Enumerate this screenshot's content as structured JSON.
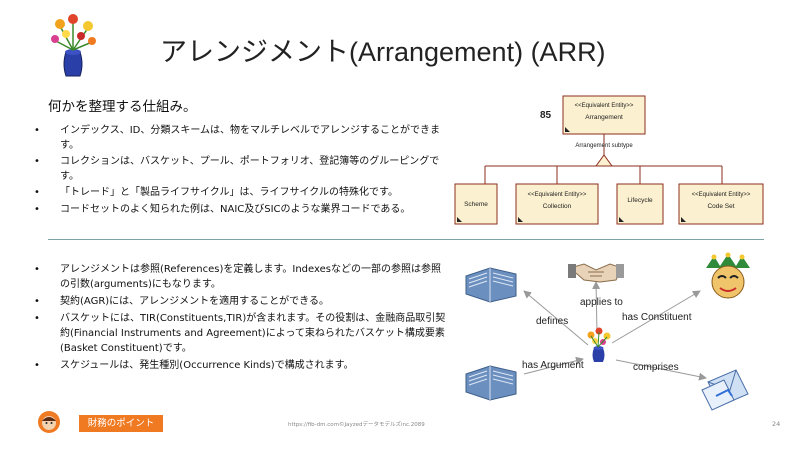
{
  "title": "アレンジメント(Arrangement) (ARR)",
  "subtitle": "何かを整理する仕組み。",
  "bullets_top": [
    "インデックス、ID、分類スキームは、物をマルチレベルでアレンジすることができます。",
    "コレクションは、バスケット、プール、ポートフォリオ、登記簿等のグルーピングです。",
    "「トレード」と「製品ライフサイクル」は、ライフサイクルの特殊化です。",
    "コードセットのよく知られた例は、NAIC及びSICのような業界コードである。"
  ],
  "bullets_bottom": [
    "アレンジメントは参照(References)を定義します。Indexesなどの一部の参照は参照の引数(arguments)にもなります。",
    "契約(AGR)には、アレンジメントを適用することができる。",
    "バスケットには、TIR(Constituents,TIR)が含まれます。その役割は、金融商品取引契約(Financial Instruments and Agreement)によって束ねられたバスケット構成要素(Basket Constituent)です。",
    "スケジュールは、発生種別(Occurrence Kinds)で構成されます。"
  ],
  "uml": {
    "number": "85",
    "parent": {
      "stereotype": "<<Equivalent Entity>>",
      "name": "Arrangement"
    },
    "subtype_label": "Arrangement subtype",
    "children": [
      {
        "stereotype": "",
        "name": "Scheme"
      },
      {
        "stereotype": "<<Equivalent Entity>>",
        "name": "Collection"
      },
      {
        "stereotype": "",
        "name": "Lifecycle"
      },
      {
        "stereotype": "<<Equivalent Entity>>",
        "name": "Code Set"
      }
    ]
  },
  "relations": {
    "defines": "defines",
    "applies_to": "applies to",
    "has_constituent": "has Constituent",
    "has_argument": "has Argument",
    "comprises": "comprises"
  },
  "icons": [
    "vase-flowers-icon",
    "book-icon",
    "handshake-icon",
    "jester-mask-icon",
    "envelopes-icon"
  ],
  "colors": {
    "box_fill": "#fbf0cf",
    "box_border": "#8b2e1e",
    "badge": "#f07a22",
    "divider": "#7ea3a3",
    "arrow": "#999999"
  },
  "footer": {
    "badge": "財務のポイント",
    "url": "https://fib-dm.com©Jayzedデータモデルズinc.2089",
    "page": "24"
  }
}
